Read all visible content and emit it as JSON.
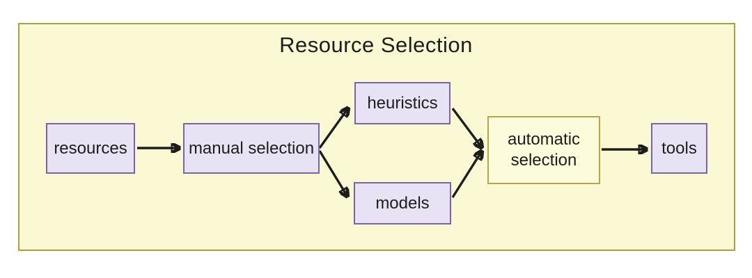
{
  "diagram": {
    "title": "Resource Selection",
    "nodes": {
      "resources": {
        "label": "resources"
      },
      "manual_selection": {
        "label": "manual selection"
      },
      "heuristics": {
        "label": "heuristics"
      },
      "models": {
        "label": "models"
      },
      "automatic_selection": {
        "label": "automatic selection"
      },
      "tools": {
        "label": "tools"
      }
    },
    "edges": [
      {
        "from": "resources",
        "to": "manual selection"
      },
      {
        "from": "manual selection",
        "to": "heuristics"
      },
      {
        "from": "manual selection",
        "to": "models"
      },
      {
        "from": "heuristics",
        "to": "automatic selection"
      },
      {
        "from": "models",
        "to": "automatic selection"
      },
      {
        "from": "automatic selection",
        "to": "tools"
      }
    ],
    "colors": {
      "canvas_fill": "#fbf9d4",
      "canvas_border": "#a8a13e",
      "node_fill": "#e7e3f4",
      "node_border": "#7b63ab",
      "highlight_fill": "#fcfbdc",
      "highlight_border": "#b3a844",
      "arrow": "#1d1d1d",
      "text": "#1d1d1d"
    }
  }
}
